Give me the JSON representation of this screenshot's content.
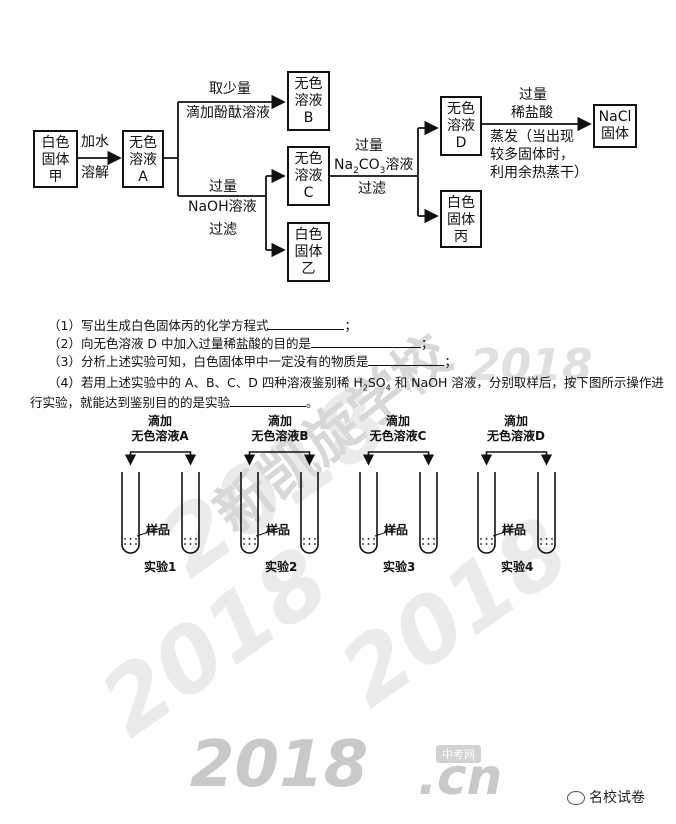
{
  "flowchart": {
    "box_start": "白色固体甲",
    "box_A": "无色溶液A",
    "box_B": "无色溶液B",
    "box_C": "无色溶液C",
    "box_yi": "白色固体乙",
    "box_D": "无色溶液D",
    "box_bing": "白色固体丙",
    "box_nacl": "NaCl固体",
    "arrow_add_water": "加水",
    "arrow_dissolve": "溶解",
    "arrow_take_small": "取少量",
    "arrow_phenolphthalein": "滴加酚酞溶液",
    "arrow_excess": "过量",
    "arrow_naoh": "NaOH溶液",
    "arrow_filter": "过滤",
    "arrow_excess2": "过量",
    "arrow_na2co3_pre": "Na",
    "arrow_na2co3_sub1": "2",
    "arrow_na2co3_mid": "CO",
    "arrow_na2co3_sub2": "3",
    "arrow_na2co3_post": "溶液",
    "arrow_filter2": "过滤",
    "arrow_excess3": "过量",
    "arrow_dilute_hcl": "稀盐酸",
    "evap_line1": "蒸发（当出现",
    "evap_line2": "较多固体时，",
    "evap_line3": "利用余热蒸干）"
  },
  "questions": {
    "q1": "（1）写出生成白色固体丙的化学方程式",
    "q1_end": "；",
    "q2": "（2）向无色溶液 D 中加入过量稀盐酸的目的是",
    "q2_end": "；",
    "q3": "（3）分析上述实验可知，白色固体甲中一定没有的物质是",
    "q3_end": "；",
    "q4_pre": "（4）若用上述实验中的 A、B、C、D 四种溶液鉴别稀 H",
    "q4_sub1": "2",
    "q4_mid": "SO",
    "q4_sub2": "4",
    "q4_post": " 和 NaOH 溶液，分别取样后，按下图所示操作进",
    "q4_line2": "行实验，就能达到鉴别目的的是实验",
    "q4_end": "。"
  },
  "experiments": [
    {
      "top1": "滴加",
      "top2": "无色溶液A",
      "sample": "样品",
      "caption": "实验1"
    },
    {
      "top1": "滴加",
      "top2": "无色溶液B",
      "sample": "样品",
      "caption": "实验2"
    },
    {
      "top1": "滴加",
      "top2": "无色溶液C",
      "sample": "样品",
      "caption": "实验3"
    },
    {
      "top1": "滴加",
      "top2": "无色溶液D",
      "sample": "样品",
      "caption": "实验4"
    }
  ],
  "watermarks": {
    "logo_2018": "2018",
    "logo_cn": ".cn",
    "logo_badge": "中考网",
    "chinese_wm": "新凯旋学校",
    "wechat_label": "名校试卷"
  }
}
